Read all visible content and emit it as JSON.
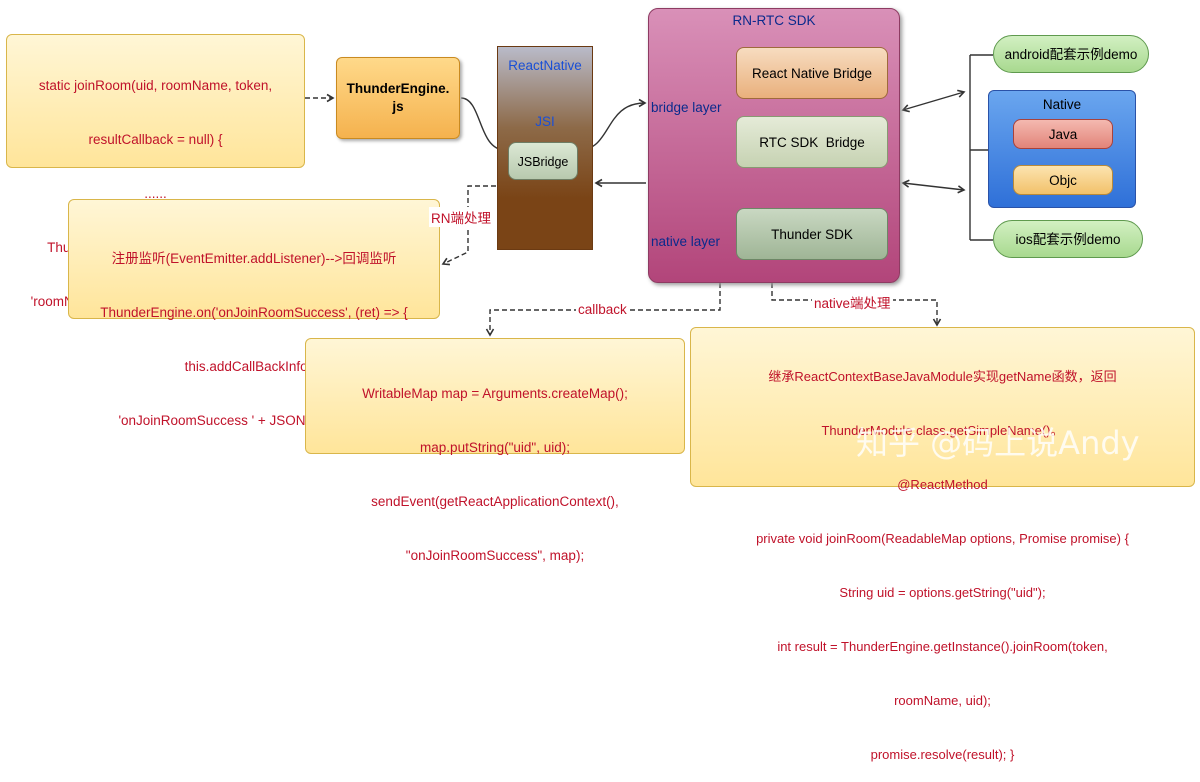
{
  "code_box_joinroom": {
    "lines": [
      "static joinRoom(uid, roomName, token,",
      "resultCallback = null) {",
      "......",
      "ThunderModule.joinRoom({'uid': uid,",
      "'roomName': roomName, 'token': token}) }"
    ]
  },
  "thunder_engine": {
    "label": "ThunderEngine.\njs"
  },
  "react_native": {
    "title": "ReactNative",
    "jsi_label": "JSI",
    "jsbridge_label": "JSBridge"
  },
  "rn_rtc_sdk": {
    "title": "RN-RTC SDK",
    "bridge_layer_label": "bridge layer",
    "native_layer_label": "native layer",
    "react_native_bridge": "React Native Bridge",
    "rtc_sdk_bridge": "RTC SDK  Bridge",
    "thunder_sdk": "Thunder SDK"
  },
  "platforms": {
    "android_demo": "android配套示例demo",
    "native_title": "Native",
    "java": "Java",
    "objc": "Objc",
    "ios_demo": "ios配套示例demo"
  },
  "code_box_listener": {
    "lines": [
      "注册监听(EventEmitter.addListener)-->回调监听",
      "ThunderEngine.on('onJoinRoomSuccess', (ret) => {",
      "this.addCallBackInfo(1,",
      "'onJoinRoomSuccess ' + JSON.stringify(ret))}"
    ]
  },
  "code_box_callback": {
    "lines": [
      "WritableMap map = Arguments.createMap();",
      "map.putString(\"uid\", uid);",
      "sendEvent(getReactApplicationContext(),",
      "\"onJoinRoomSuccess\", map);"
    ]
  },
  "code_box_native": {
    "lines": [
      "继承ReactContextBaseJavaModule实现getName函数，返回",
      "ThunderModule.class.getSimpleName()。",
      "@ReactMethod",
      "private void joinRoom(ReadableMap options, Promise promise) {",
      "String uid = options.getString(\"uid\");",
      "int result = ThunderEngine.getInstance().joinRoom(token,",
      "roomName, uid);",
      "promise.resolve(result); }"
    ]
  },
  "edge_labels": {
    "rn_handling": "RN端处理",
    "callback": "callback",
    "native_handling": "native端处理"
  },
  "watermark": "知乎 @码上说Andy"
}
